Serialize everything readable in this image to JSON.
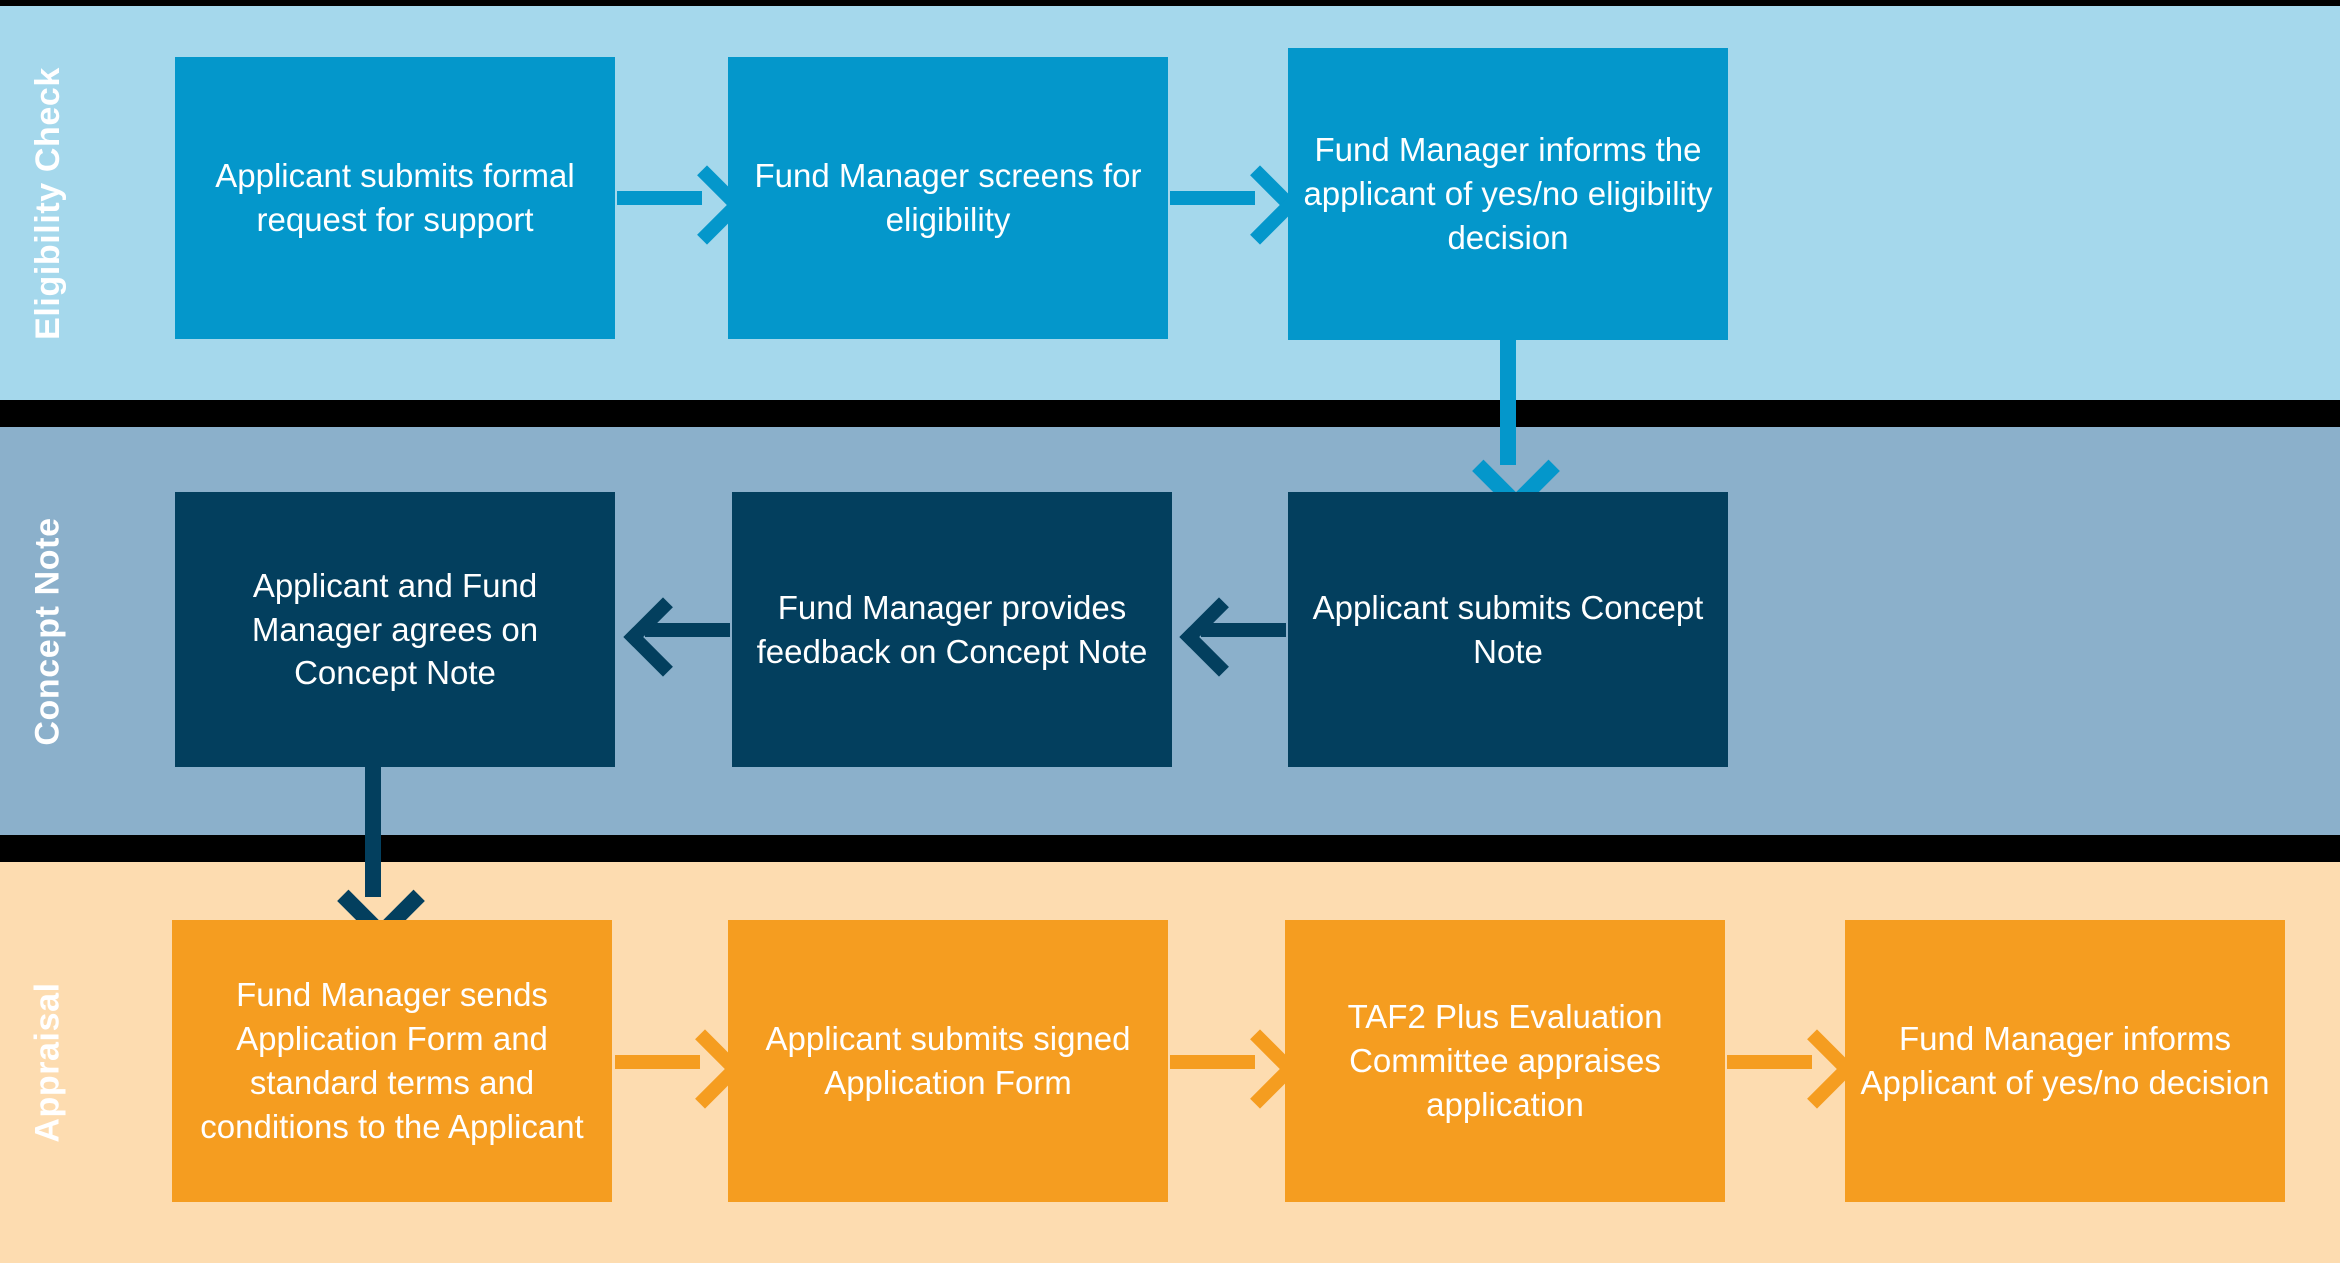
{
  "diagram": {
    "title": "Funding application process swimlane flowchart",
    "colors": {
      "band_eligibility": "#A5D8EC",
      "band_concept": "#8BB0CB",
      "band_appraisal": "#FDDCB0",
      "node_eligibility": "#0497CB",
      "node_concept": "#033F5E",
      "node_appraisal": "#F59D20",
      "divider": "#000000",
      "label_text": "#FFFFFF"
    }
  },
  "lanes": [
    {
      "id": "eligibility",
      "label": "Eligibility Check",
      "nodes": [
        {
          "id": "elig-1",
          "text": "Applicant submits formal request for support"
        },
        {
          "id": "elig-2",
          "text": "Fund Manager screens for eligibility"
        },
        {
          "id": "elig-3",
          "text": "Fund Manager informs the applicant of yes/no eligibility decision"
        }
      ]
    },
    {
      "id": "concept",
      "label": "Concept Note",
      "nodes": [
        {
          "id": "conc-1",
          "text": "Applicant and Fund Manager agrees on Concept Note"
        },
        {
          "id": "conc-2",
          "text": "Fund Manager provides feedback on Concept Note"
        },
        {
          "id": "conc-3",
          "text": "Applicant submits Concept Note"
        }
      ]
    },
    {
      "id": "appraisal",
      "label": "Appraisal",
      "nodes": [
        {
          "id": "appr-1",
          "text": "Fund Manager sends Application Form and standard terms and conditions to the Applicant"
        },
        {
          "id": "appr-2",
          "text": "Applicant submits signed Application Form"
        },
        {
          "id": "appr-3",
          "text": "TAF2 Plus Evaluation Committee appraises application"
        },
        {
          "id": "appr-4",
          "text": "Fund Manager informs Applicant of yes/no decision"
        }
      ]
    }
  ],
  "connectors": [
    {
      "id": "arrow-elig-1-2",
      "direction": "right",
      "from": "elig-1",
      "to": "elig-2"
    },
    {
      "id": "arrow-elig-2-3",
      "direction": "right",
      "from": "elig-2",
      "to": "elig-3"
    },
    {
      "id": "arrow-elig-3-conc-3",
      "direction": "down",
      "from": "elig-3",
      "to": "conc-3"
    },
    {
      "id": "arrow-conc-3-2",
      "direction": "left",
      "from": "conc-3",
      "to": "conc-2"
    },
    {
      "id": "arrow-conc-2-1",
      "direction": "left",
      "from": "conc-2",
      "to": "conc-1"
    },
    {
      "id": "arrow-conc-1-appr-1",
      "direction": "down",
      "from": "conc-1",
      "to": "appr-1"
    },
    {
      "id": "arrow-appr-1-2",
      "direction": "right",
      "from": "appr-1",
      "to": "appr-2"
    },
    {
      "id": "arrow-appr-2-3",
      "direction": "right",
      "from": "appr-2",
      "to": "appr-3"
    },
    {
      "id": "arrow-appr-3-4",
      "direction": "right",
      "from": "appr-3",
      "to": "appr-4"
    }
  ]
}
